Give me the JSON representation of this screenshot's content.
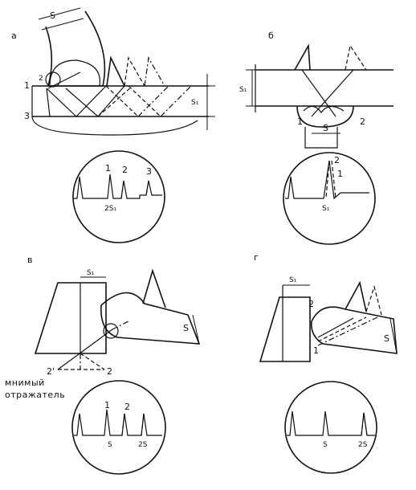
{
  "panels": {
    "a": {
      "letter": "a",
      "points": [
        "1",
        "2",
        "3"
      ],
      "scope_labels": [
        "1",
        "2",
        "3",
        "2S₁"
      ],
      "dims": [
        "S",
        "S₁"
      ]
    },
    "b": {
      "letter": "б",
      "points": [
        "1",
        "2"
      ],
      "scope_labels": [
        "2",
        "1",
        "S₁"
      ],
      "dims": [
        "S",
        "S₁"
      ]
    },
    "c": {
      "letter": "в",
      "points": [
        "2'",
        "2"
      ],
      "scope_labels": [
        "1",
        "2",
        "S",
        "2S"
      ],
      "dims": [
        "S₁",
        "S"
      ],
      "note_line1": "мнимый",
      "note_line2": "отражатель"
    },
    "d": {
      "letter": "г",
      "points": [
        "2",
        "1"
      ],
      "scope_labels": [
        "S",
        "2S"
      ],
      "dims": [
        "S₁",
        "S"
      ]
    }
  }
}
